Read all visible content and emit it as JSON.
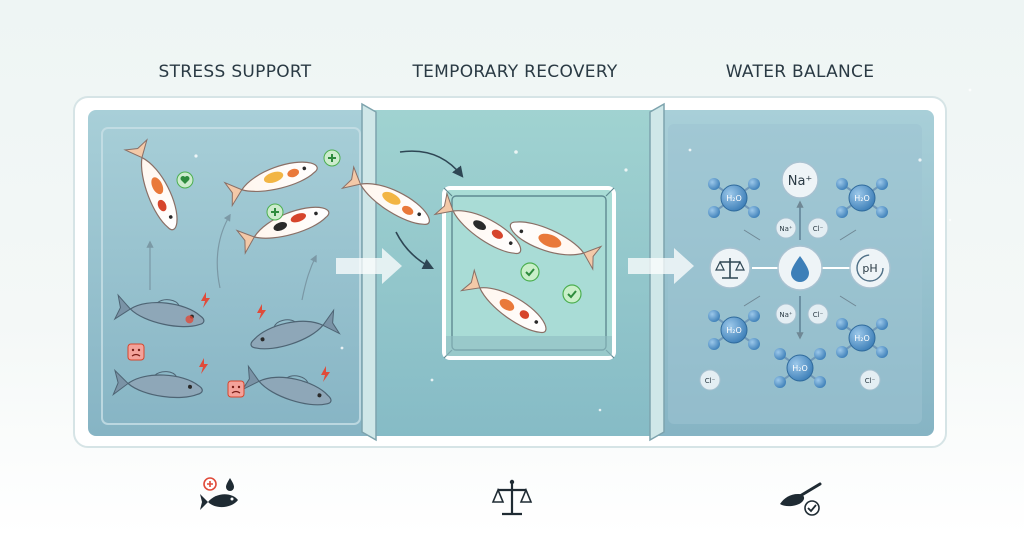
{
  "headings": {
    "stress": "STRESS SUPPORT",
    "recovery": "TEMPORARY RECOVERY",
    "balance": "WATER BALANCE"
  },
  "molecules": {
    "water": "H₂O",
    "sodium_large": "Na⁺",
    "sodium_small": "Na⁺",
    "chloride": "Cl⁻",
    "ph": "pH"
  },
  "bottom_icons": [
    "fish-health-icon",
    "balance-scale-icon",
    "scoop-check-icon"
  ],
  "colors": {
    "tank_water": "#8fbcca",
    "tank_frame": "#ffffff",
    "glass": "#c9e3e6",
    "koi_orange": "#e9793a",
    "koi_red": "#d6452c",
    "stressed_fish": "#7a93a6",
    "check_green": "#4caf50",
    "stress_red": "#e04b3a",
    "molecule_blue": "#3d7fb8",
    "ink": "#2a3a44"
  }
}
